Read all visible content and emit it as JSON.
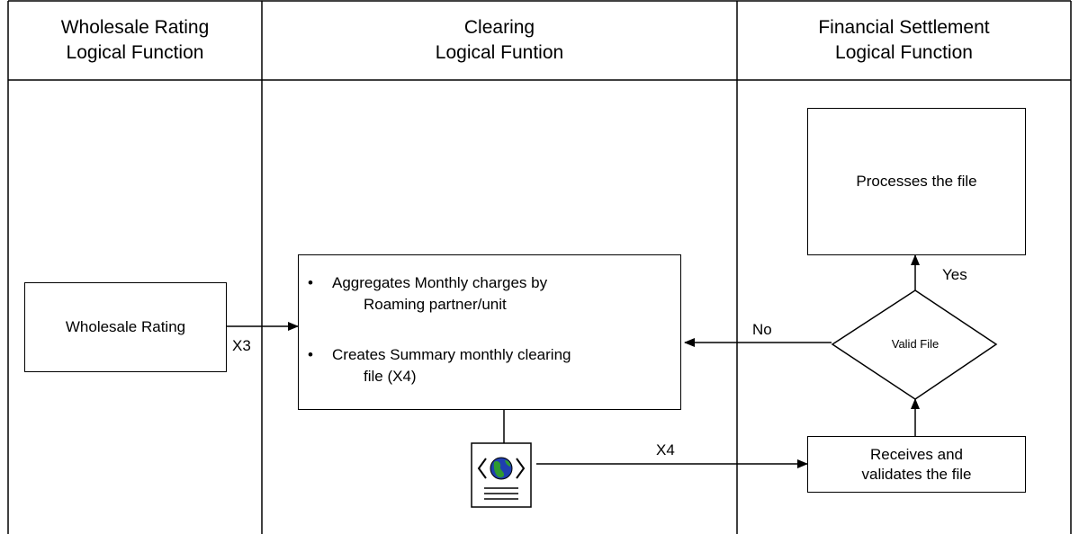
{
  "lanes": [
    {
      "line1": "Wholesale Rating",
      "line2": "Logical Function"
    },
    {
      "line1": "Clearing",
      "line2": "Logical Funtion"
    },
    {
      "line1": "Financial Settlement",
      "line2": "Logical Function"
    }
  ],
  "nodes": {
    "wholesale_rating": "Wholesale Rating",
    "clearing_bullets": [
      {
        "bullet": "•",
        "line1": "Aggregates Monthly charges by",
        "line2": "Roaming partner/unit"
      },
      {
        "bullet": "•",
        "line1": "Creates Summary monthly clearing",
        "line2": "file (X4)"
      }
    ],
    "processes": "Processes the file",
    "valid_file": "Valid File",
    "receives_line1": "Receives and",
    "receives_line2": "validates the file"
  },
  "edge_labels": {
    "x3": "X3",
    "x4": "X4",
    "no": "No",
    "yes": "Yes"
  },
  "icons": {
    "document": "web-document-globe-icon"
  }
}
